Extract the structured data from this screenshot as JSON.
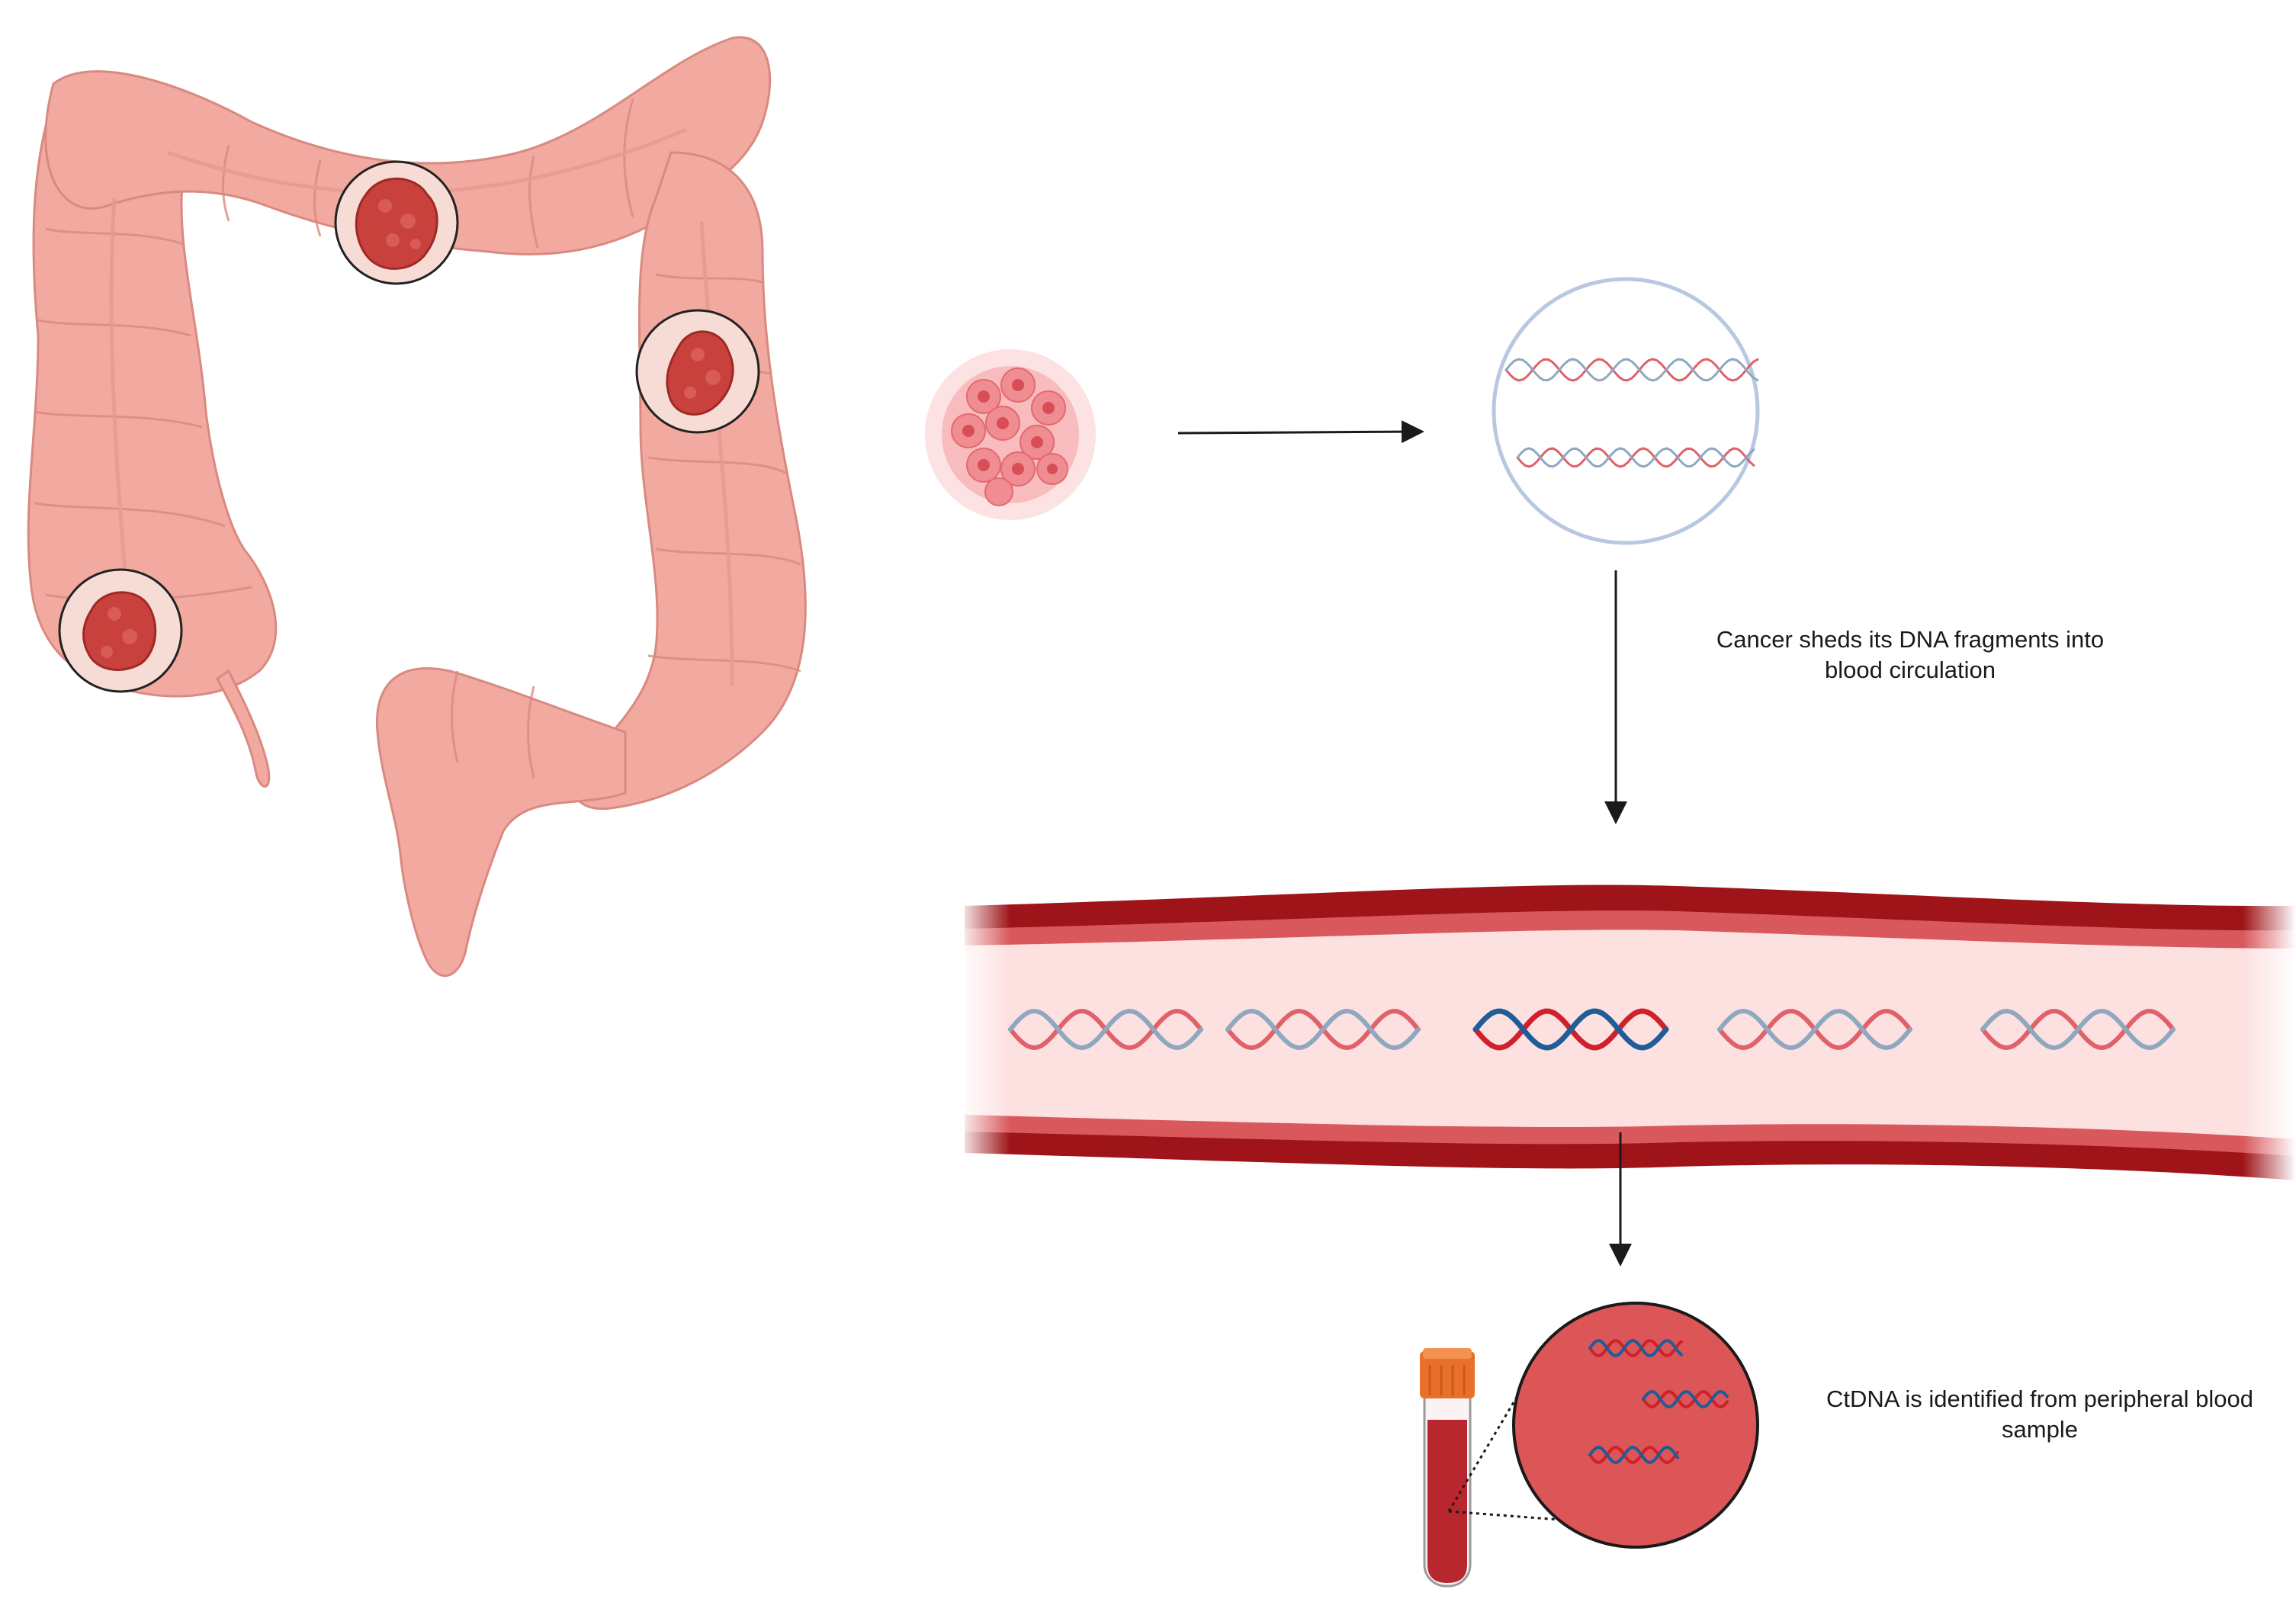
{
  "captions": {
    "shedding": "Cancer sheds its DNA fragments into\nblood circulation",
    "detection": "CtDNA is identified from peripheral blood\nsample"
  },
  "colors": {
    "colon_fill": "#f2aaa0",
    "colon_outline": "#d98a80",
    "colon_band": "#e89a90",
    "tumor": "#c8413d",
    "tumor_dark": "#9e2a26",
    "tumor_circle_bg": "#f7dcd6",
    "vessel_wall_dark": "#9e1418",
    "vessel_wall_mid": "#d8585c",
    "vessel_lumen": "#fde0e0",
    "dna_red": "#e0616a",
    "dna_blue": "#8fa8bf",
    "ctdna_red": "#d0202a",
    "ctdna_blue": "#1f5c98",
    "tube_cap": "#e8702a",
    "tube_blood": "#b8262e",
    "zoom_fill": "#dc5658",
    "arrow": "#1a1a1a"
  },
  "elements": {
    "colon": "colon-illustration",
    "tumors": 3,
    "tumor_cell_cluster": "cancer-cell-cluster-icon",
    "dna_fragments_circle": "dna-fragments-circle",
    "blood_vessel": "blood-vessel-illustration",
    "vessel_dna_strands": 5,
    "highlighted_strand_index": 2,
    "blood_tube": "blood-collection-tube-icon",
    "magnified_view": "magnified-blood-sample"
  }
}
